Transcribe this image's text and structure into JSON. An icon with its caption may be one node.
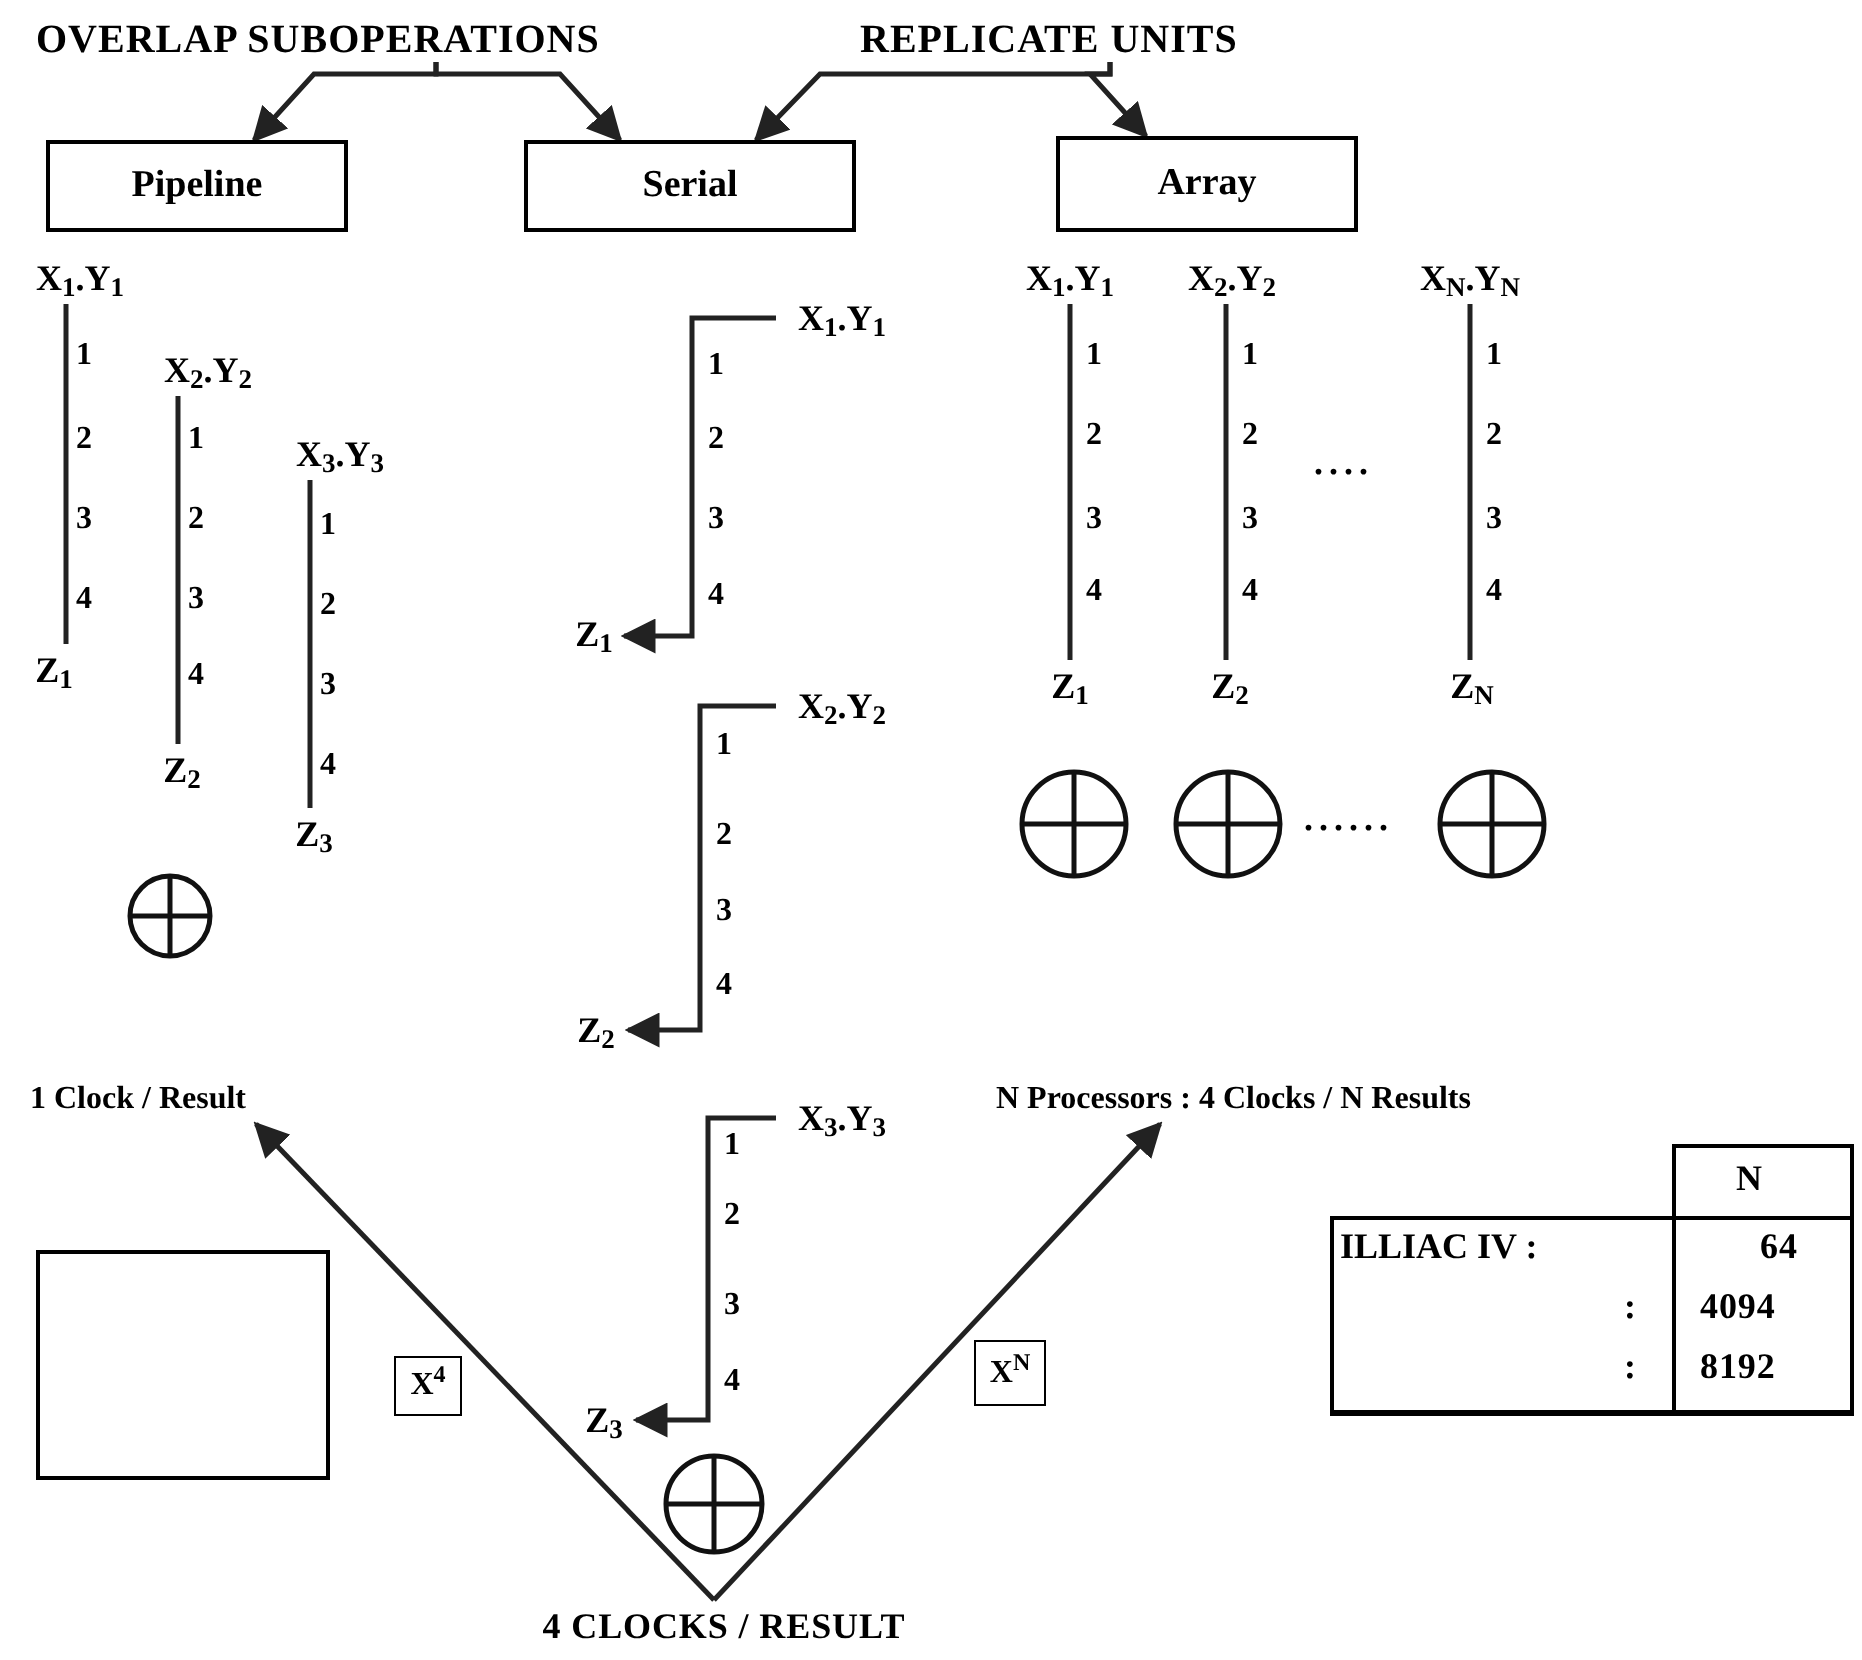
{
  "diagram": {
    "nodes": [
      {
        "text": [
          "OVERLAP SUBOPERATIONS"
        ]
      },
      {
        "text": [
          "REPLICATE UNITS"
        ]
      },
      {
        "text": [
          "Pipeline"
        ]
      },
      {
        "text": [
          "Serial"
        ]
      },
      {
        "text": [
          "Array"
        ]
      },
      {
        "text": [
          "X$_{1}$.Y$_{1}$"
        ]
      },
      {
        "text": [
          "X$_{1}$.Y$_{1}$"
        ]
      },
      {
        "text": [
          "X$_{1}$.Y$_{1}$"
        ]
      },
      {
        "text": [
          "X$_{2}$.Y$_{2}$"
        ]
      },
      {
        "text": [
          "X$_{N}$.Y$_{N}$"
        ]
      },
      {
        "text": [
          "X$_{2}$.Y$_{2}$"
        ]
      },
      {
        "text": [
          "X$_{3}$.Y$_{3}$"
        ]
      },
      {
        "text": [
          "Z$_{1}$"
        ]
      },
      {
        "text": [
          "Z$_{1}$"
        ]
      },
      {
        "text": [
          "Z$_{2}$"
        ]
      },
      {
        "text": [
          "Z$_{1}$"
        ]
      },
      {
        "text": [
          "Z$_{2}$"
        ]
      },
      {
        "text": [
          "Z$_{N}$"
        ]
      },
      {
        "text": [
          "Z$_{3}$"
        ]
      },
      {
        "text": [
          "X$_{2}$.Y$_{2}$"
        ]
      },
      {
        "text": [
          "Z$_{2}$"
        ]
      },
      {
        "text": [
          "X$_{3}$.Y$_{3}$"
        ]
      },
      {
        "text": [
          "1 Clock / Result"
        ]
      },
      {
        "text": [
          "N Processors : 4 Clocks / N Results"
        ]
      },
      {
        "text": [],
        "shape": "box"
      },
      {
        "text": [
          "X$^{4}$"
        ]
      },
      {
        "text": [
          "X$^{N}$"
        ]
      },
      {
        "text": [
          "Z$_{3}$"
        ]
      },
      {
        "text": [
          "4 CLOCKS / RESULT"
        ]
      }
    ],
    "edges": [
      {
        "from": 0,
        "to": 2,
        "arrow": "to"
      },
      {
        "from": 0,
        "to": 3,
        "arrow": "to"
      },
      {
        "from": 1,
        "to": 3,
        "arrow": "to"
      },
      {
        "from": 1,
        "to": 4,
        "arrow": "to"
      },
      {
        "from": 5,
        "to": 12,
        "arrow": "none"
      },
      {
        "from": 10,
        "to": 14,
        "arrow": "none"
      },
      {
        "from": 11,
        "to": 18,
        "arrow": "none"
      },
      {
        "from": 6,
        "to": 13,
        "arrow": "to"
      },
      {
        "from": 19,
        "to": 20,
        "arrow": "to"
      },
      {
        "from": 21,
        "to": 27,
        "arrow": "to"
      },
      {
        "from": 7,
        "to": 15,
        "arrow": "none"
      },
      {
        "from": 8,
        "to": 16,
        "arrow": "none"
      },
      {
        "from": 9,
        "to": 17,
        "arrow": "none"
      },
      {
        "from": 28,
        "to": 22,
        "arrow": "to"
      },
      {
        "from": 28,
        "to": 23,
        "arrow": "to"
      }
    ],
    "labels": [
      "1",
      "2",
      "3",
      "4",
      "1",
      "2",
      "3",
      "4",
      "1",
      "2",
      "3",
      "4",
      "1",
      "2",
      "3",
      "4",
      "1",
      "2",
      "3",
      "4",
      "1",
      "2",
      "3",
      "4",
      "....",
      "1",
      "2",
      "3",
      "4",
      "1",
      "2",
      "3",
      "4",
      "......",
      "1",
      "2",
      "3",
      "4",
      "N",
      "ILLIAC IV :",
      "64",
      ":",
      "4094",
      ":",
      "8192"
    ]
  }
}
